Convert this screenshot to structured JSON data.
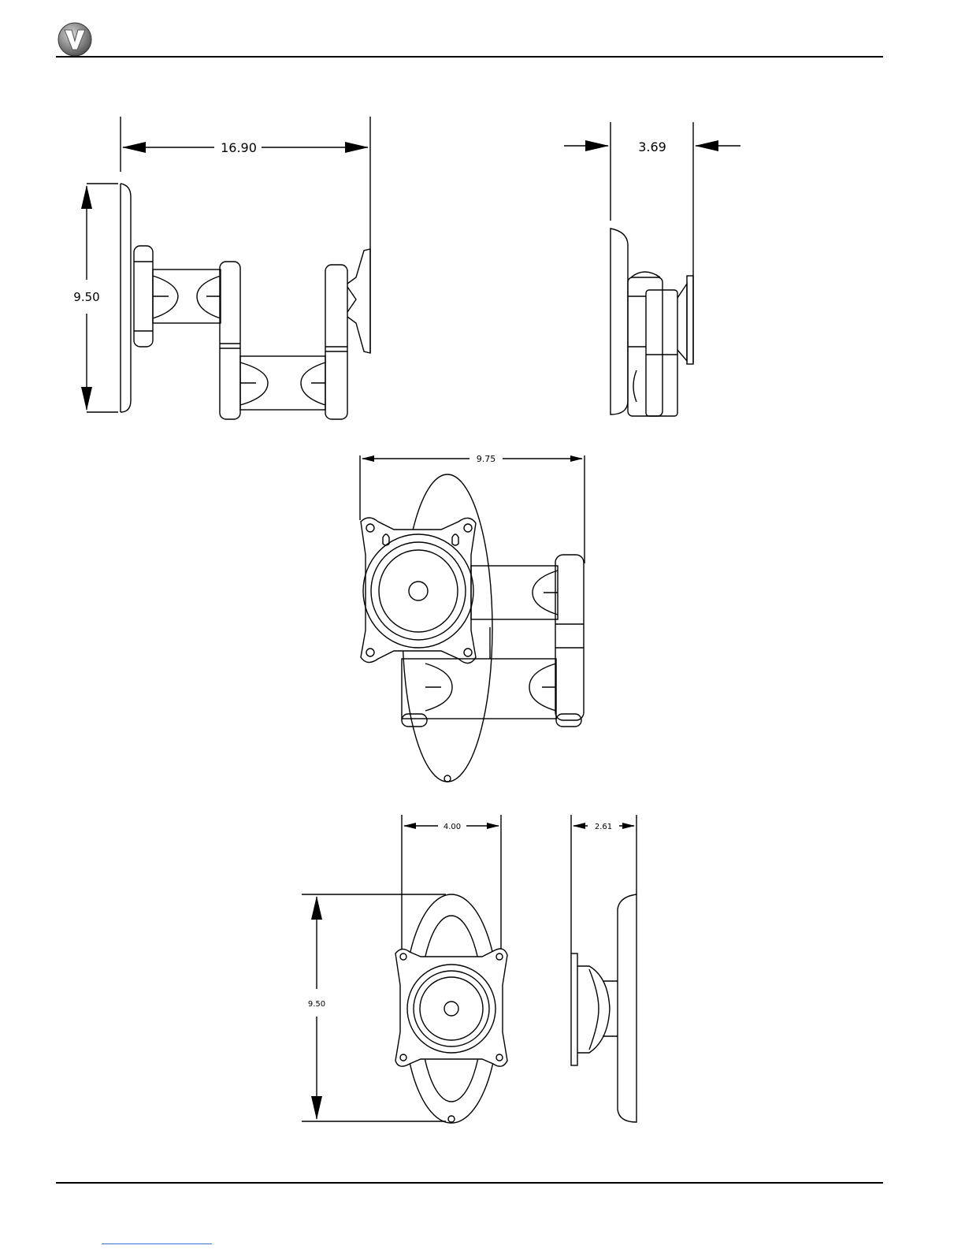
{
  "brand": {
    "logo_letter": "V",
    "colors": {
      "logo_dark": "#5a5a5a",
      "logo_light": "#cfcfcf",
      "ink": "#000000",
      "link": "#4a6fe0"
    }
  },
  "dimensions": {
    "side_extended_width": "16.90",
    "side_extended_height": "9.50",
    "side_folded_depth": "3.69",
    "top_width": "9.75",
    "plate_width": "4.00",
    "plate_depth": "2.61",
    "front_height": "9.50"
  }
}
